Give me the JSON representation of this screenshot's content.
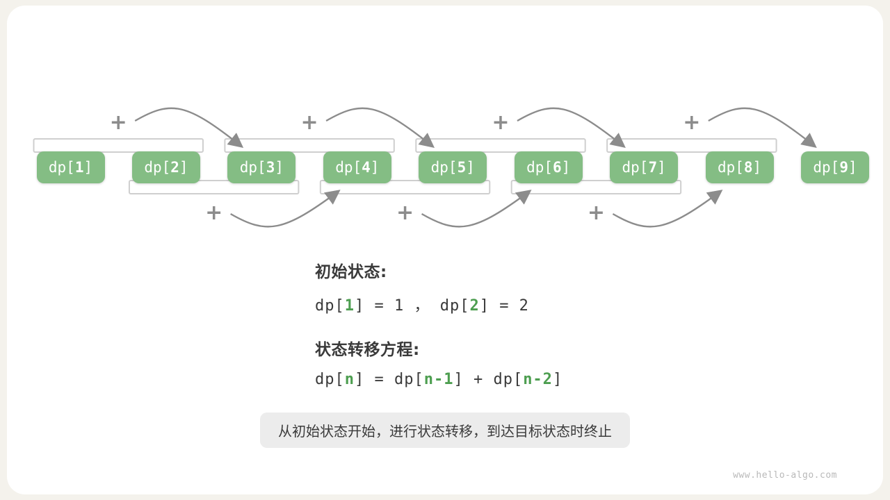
{
  "page": {
    "watermark": "www.hello-algo.com"
  },
  "colors": {
    "background": "#f4f2ec",
    "card": "#ffffff",
    "box_green": "#84bd84",
    "text_green": "#4d9e50",
    "arrow_gray": "#8c8c8c",
    "bracket_gray": "#cfcfcf",
    "pill_bg": "#ececec",
    "text_dark": "#3a3a3a",
    "watermark_gray": "#b9b9b9"
  },
  "diagram": {
    "plus": "+",
    "boxes": [
      {
        "pre": "dp[",
        "num": "1",
        "post": "]"
      },
      {
        "pre": "dp[",
        "num": "2",
        "post": "]"
      },
      {
        "pre": "dp[",
        "num": "3",
        "post": "]"
      },
      {
        "pre": "dp[",
        "num": "4",
        "post": "]"
      },
      {
        "pre": "dp[",
        "num": "5",
        "post": "]"
      },
      {
        "pre": "dp[",
        "num": "6",
        "post": "]"
      },
      {
        "pre": "dp[",
        "num": "7",
        "post": "]"
      },
      {
        "pre": "dp[",
        "num": "8",
        "post": "]"
      },
      {
        "pre": "dp[",
        "num": "9",
        "post": "]"
      }
    ]
  },
  "info": {
    "initial_label": "初始状态:",
    "initial_eq": [
      {
        "t": "dp["
      },
      {
        "t": "1",
        "green": true
      },
      {
        "t": "] = 1 ， dp["
      },
      {
        "t": "2",
        "green": true
      },
      {
        "t": "] = 2"
      }
    ],
    "transition_label": "状态转移方程:",
    "transition_eq": [
      {
        "t": "dp["
      },
      {
        "t": "n",
        "green": true
      },
      {
        "t": "] = dp["
      },
      {
        "t": "n-1",
        "green": true
      },
      {
        "t": "] + dp["
      },
      {
        "t": "n-2",
        "green": true
      },
      {
        "t": "]"
      }
    ],
    "caption": "从初始状态开始，进行状态转移，到达目标状态时终止"
  }
}
